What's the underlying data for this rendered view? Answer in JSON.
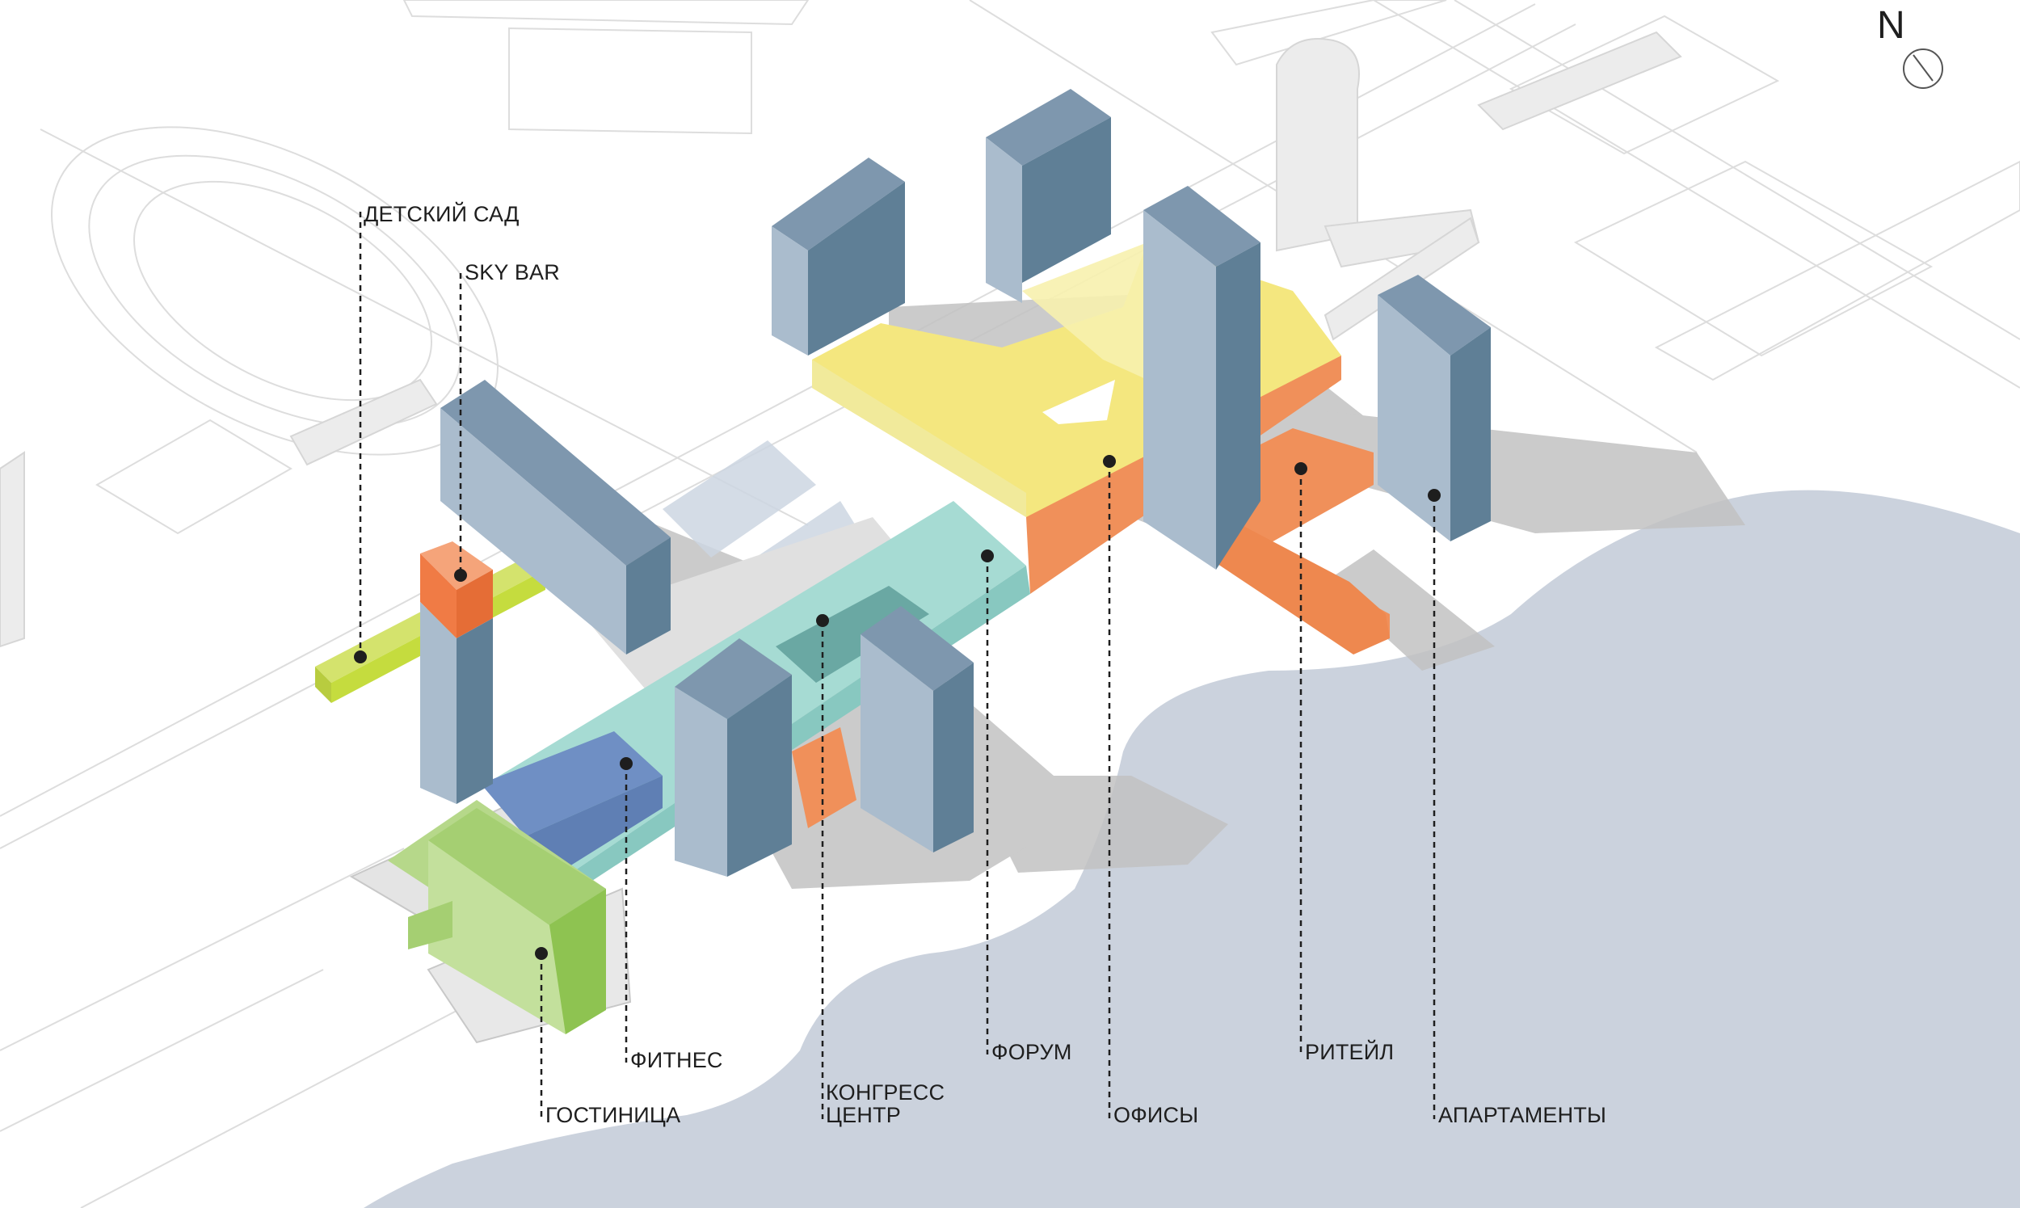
{
  "north_label": "N",
  "labels": {
    "kindergarten": "ДЕТСКИЙ САД",
    "sky_bar": "SKY BAR",
    "fitness": "ФИТНЕС",
    "hotel": "ГОСТИНИЦА",
    "congress_line1": "КОНГРЕСС",
    "congress_line2": "ЦЕНТР",
    "forum": "ФОРУМ",
    "offices": "ОФИСЫ",
    "retail": "РИТЕЙЛ",
    "apartments": "АПАРТАМЕНТЫ"
  },
  "colors": {
    "water": "#cbd2dd",
    "tower_light": "#a9bccd",
    "tower_dark": "#5f7f96",
    "tower_top": "#7e97ae",
    "yellow": "#f3e67f",
    "orange": "#f0905a",
    "teal": "#a6dbd3",
    "green": "#8ec351",
    "lime": "#c8dc4e",
    "blue": "#6f8fc4",
    "shadow": "#c4c4c4",
    "context_lines": "#dcdcdc"
  }
}
